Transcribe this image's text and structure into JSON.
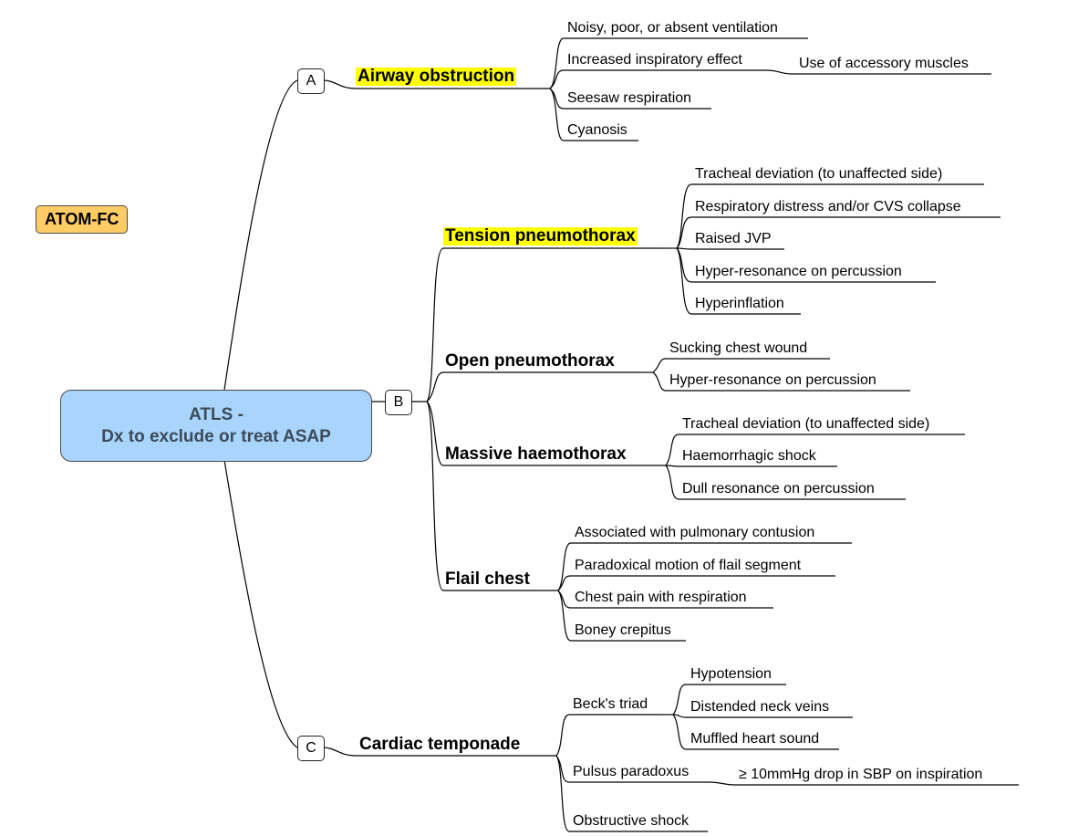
{
  "root": {
    "line1": "ATLS -",
    "line2": "Dx to exclude or treat ASAP"
  },
  "tag": "ATOM-FC",
  "a": {
    "label": "A",
    "title": "Airway obstruction",
    "items": [
      "Noisy, poor, or absent ventilation",
      "Increased inspiratory effect",
      "Seesaw respiration",
      "Cyanosis"
    ],
    "sub": "Use of accessory muscles"
  },
  "b": {
    "label": "B",
    "tension": {
      "title": "Tension pneumothorax",
      "items": [
        "Tracheal deviation (to unaffected side)",
        "Respiratory distress and/or CVS collapse",
        "Raised JVP",
        "Hyper-resonance on percussion",
        "Hyperinflation"
      ]
    },
    "open": {
      "title": "Open pneumothorax",
      "items": [
        "Sucking chest wound",
        "Hyper-resonance on percussion"
      ]
    },
    "massive": {
      "title": "Massive haemothorax",
      "items": [
        "Tracheal deviation (to unaffected side)",
        "Haemorrhagic shock",
        "Dull resonance on percussion"
      ]
    },
    "flail": {
      "title": "Flail chest",
      "items": [
        "Associated with pulmonary contusion",
        "Paradoxical motion of flail segment",
        "Chest pain with respiration",
        "Boney crepitus"
      ]
    }
  },
  "c": {
    "label": "C",
    "title": "Cardiac temponade",
    "becks": {
      "title": "Beck's triad",
      "items": [
        "Hypotension",
        "Distended neck veins",
        "Muffled heart sound"
      ]
    },
    "pulsus": {
      "title": "Pulsus paradoxus",
      "detail": "≥ 10mmHg drop in SBP on inspiration"
    },
    "shock": "Obstructive shock"
  }
}
